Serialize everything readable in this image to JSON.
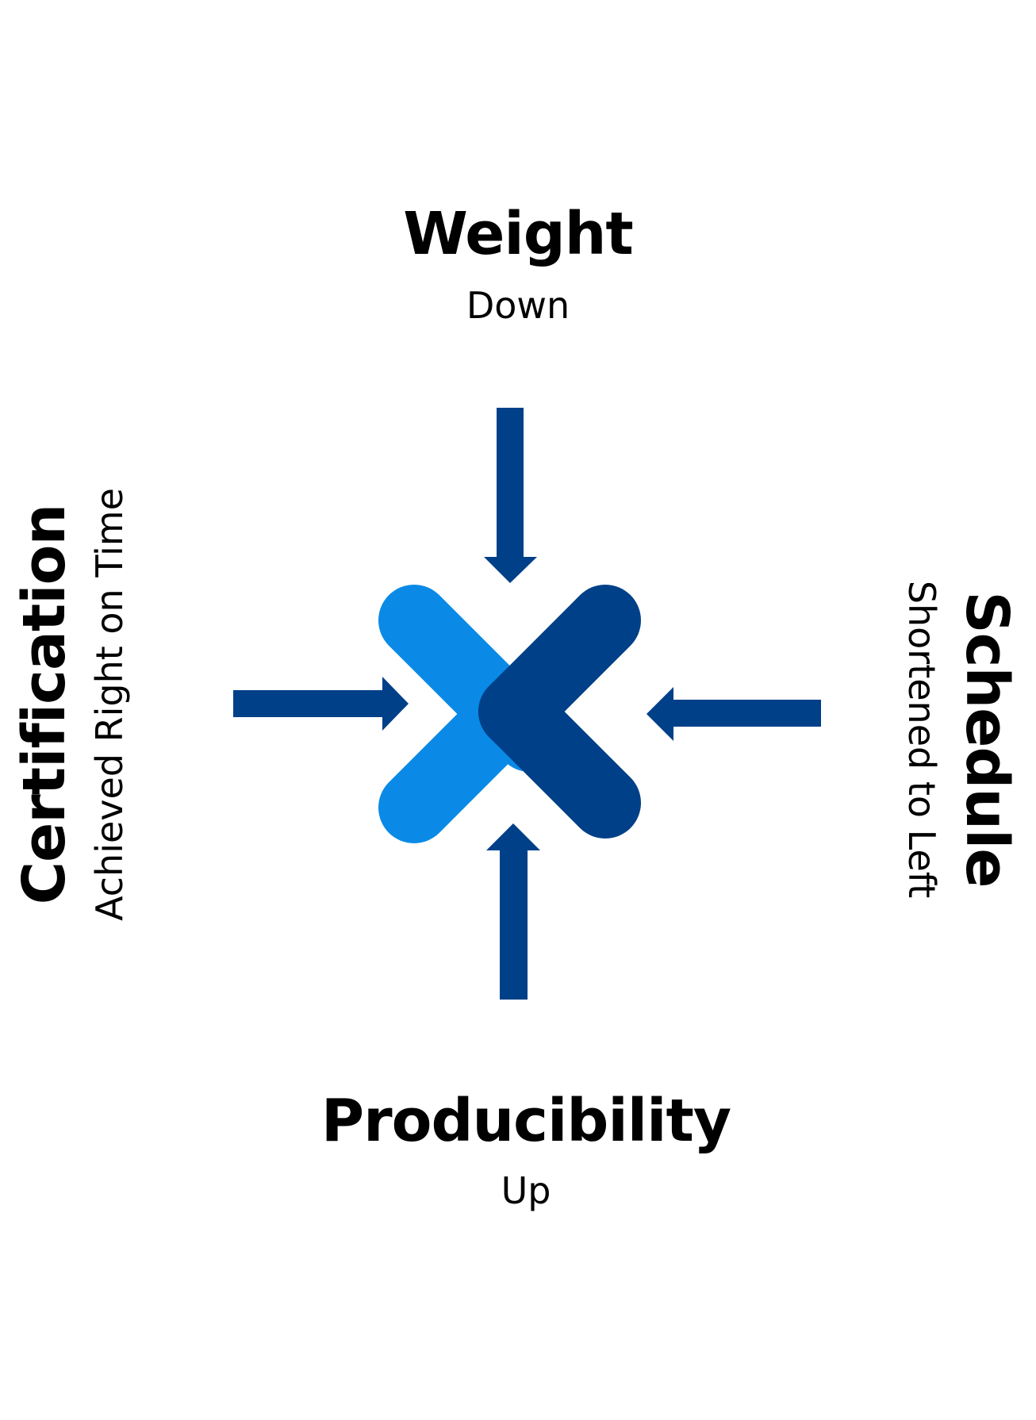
{
  "diagram": {
    "top": {
      "title": "Weight",
      "subtitle": "Down"
    },
    "bottom": {
      "title": "Producibility",
      "subtitle": "Up"
    },
    "left": {
      "title": "Certification",
      "subtitle": "Achieved Right on Time"
    },
    "right": {
      "title": "Schedule",
      "subtitle": "Shortened to Left"
    }
  },
  "colors": {
    "arrow": "#004088",
    "logo_light": "#0A8AE6",
    "logo_dark": "#004088",
    "text": "#000000"
  },
  "icons": {
    "center": "x-logo-icon",
    "arrows": [
      "arrow-down-icon",
      "arrow-left-icon",
      "arrow-up-icon",
      "arrow-right-icon"
    ]
  }
}
